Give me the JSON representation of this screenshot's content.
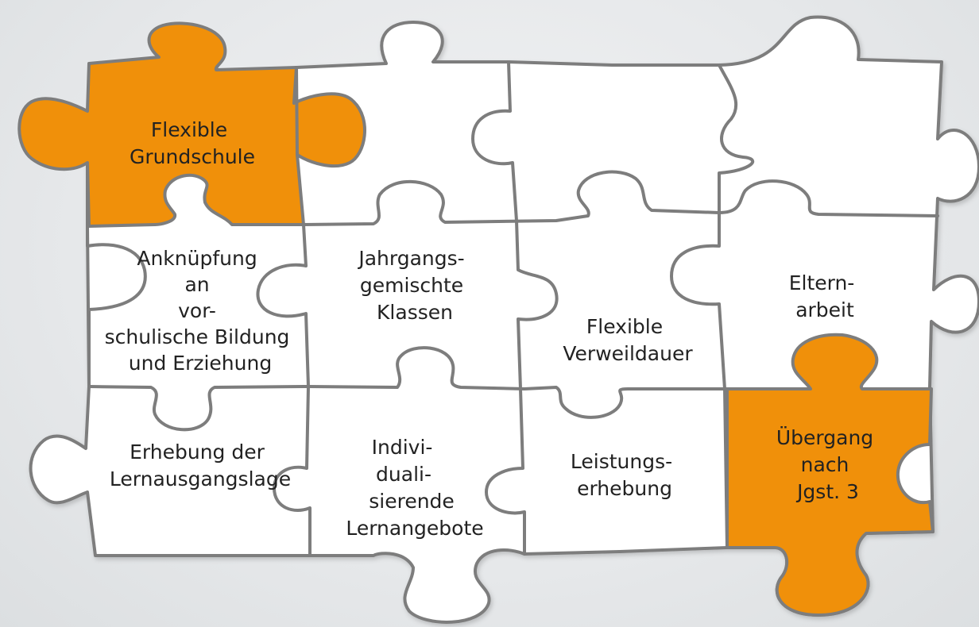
{
  "pieces": [
    {
      "id": "flexible-grundschule",
      "lines": [
        "Flexible",
        "Grundschule"
      ],
      "color": "#f0900a"
    },
    {
      "id": "anknuepfung",
      "lines": [
        "Anknüpfung",
        "an",
        "vor-",
        "schulische Bildung",
        "und Erziehung"
      ],
      "color": "#ffffff"
    },
    {
      "id": "jahrgangsgemischte-klassen",
      "lines": [
        "Jahrgangs-",
        "gemischte",
        "Klassen"
      ],
      "color": "#ffffff"
    },
    {
      "id": "flexible-verweildauer",
      "lines": [
        "Flexible",
        "Verweildauer"
      ],
      "color": "#ffffff"
    },
    {
      "id": "elternarbeit",
      "lines": [
        "Eltern-",
        "arbeit"
      ],
      "color": "#ffffff"
    },
    {
      "id": "erhebung-lernausgangslage",
      "lines": [
        "Erhebung der",
        "Lernausgangslage"
      ],
      "color": "#ffffff"
    },
    {
      "id": "individualisierende-lernangebote",
      "lines": [
        "Indivi-",
        "duali-",
        "sierende",
        "Lernangebote"
      ],
      "color": "#ffffff"
    },
    {
      "id": "leistungserhebung",
      "lines": [
        "Leistungs-",
        "erhebung"
      ],
      "color": "#ffffff"
    },
    {
      "id": "uebergang-jgst3",
      "lines": [
        "Übergang",
        "nach",
        "Jgst. 3"
      ],
      "color": "#f0900a"
    }
  ],
  "colors": {
    "accent": "#f0900a",
    "piece": "#ffffff",
    "outline": "#7d7d7d",
    "background": "#e9ebec"
  }
}
